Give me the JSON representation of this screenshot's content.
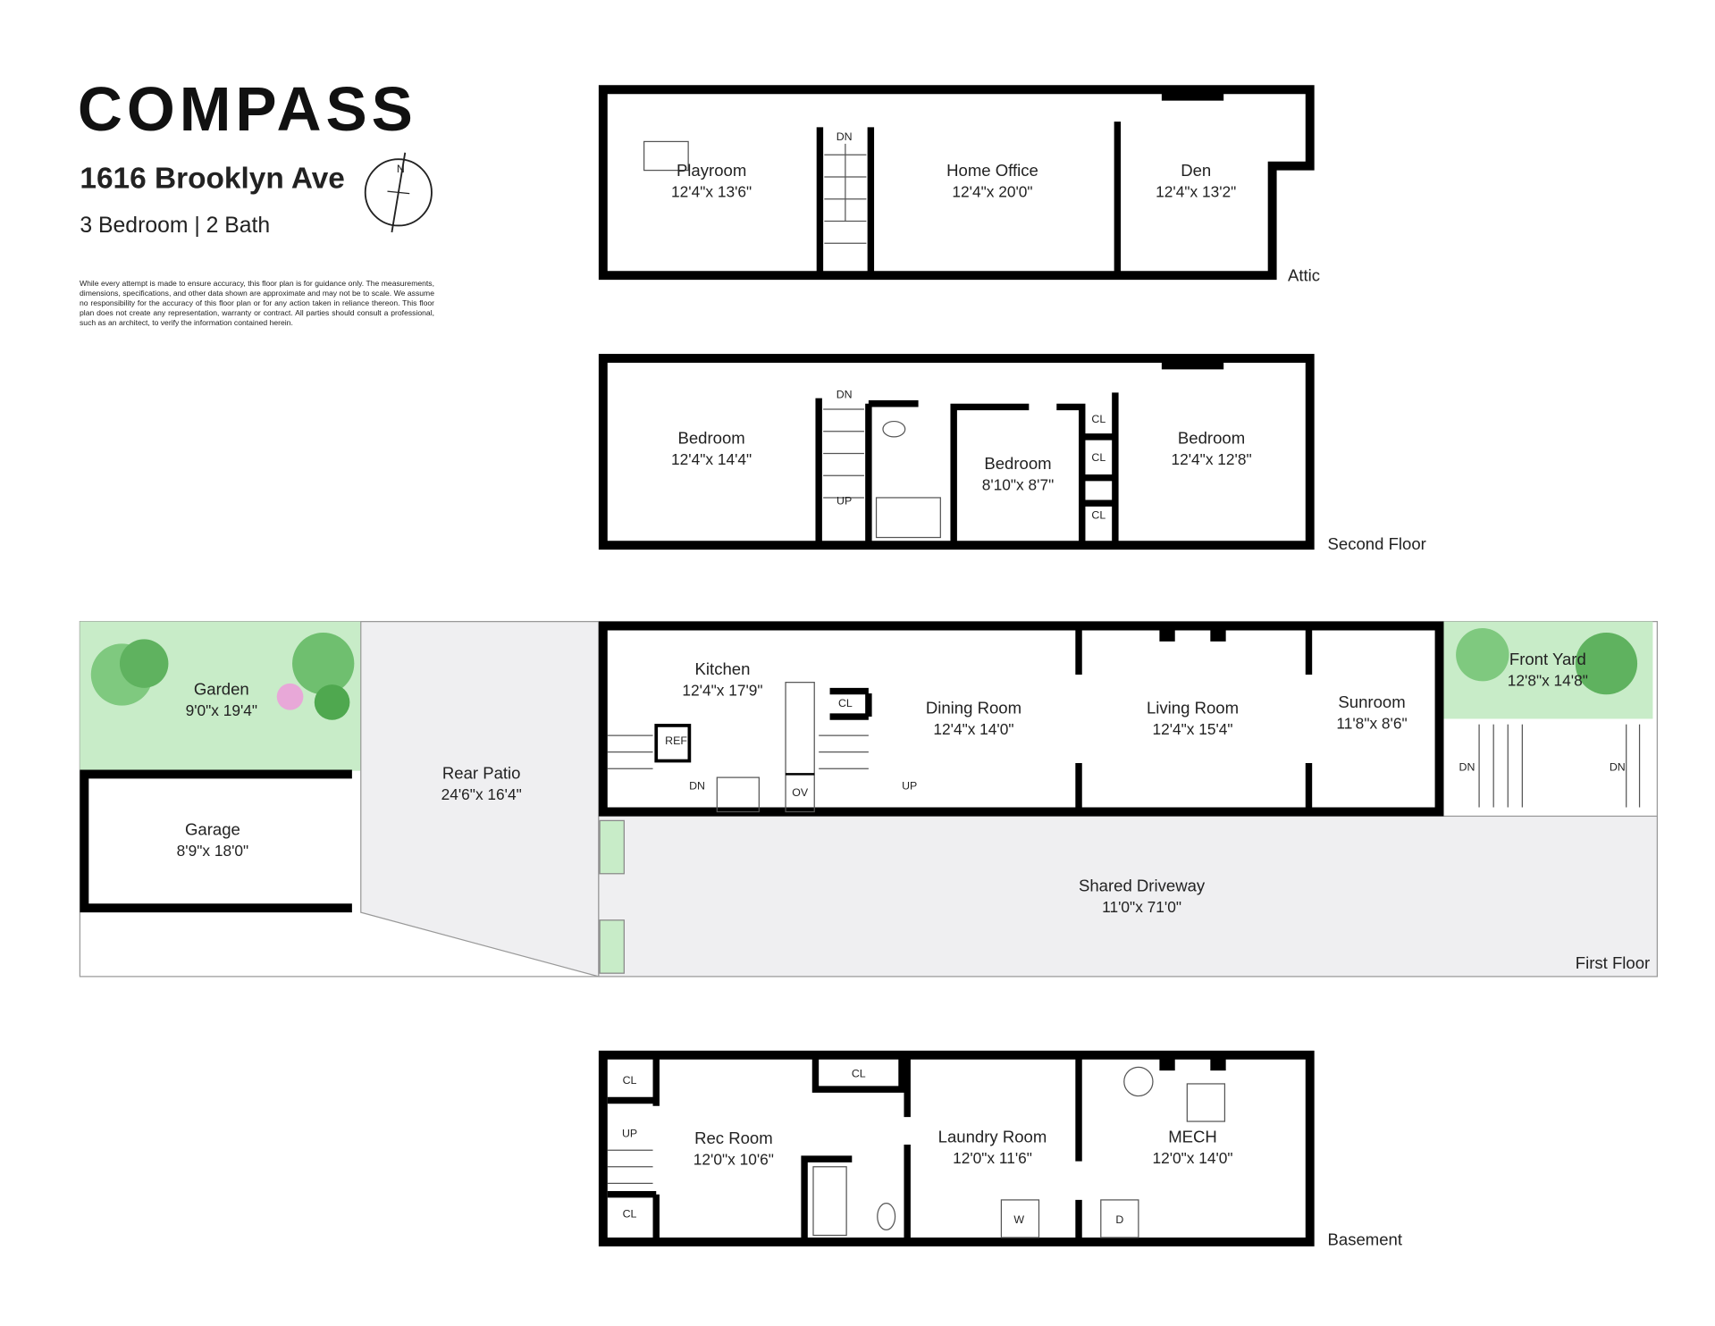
{
  "brand": {
    "logo": "COMPASS"
  },
  "listing": {
    "address": "1616 Brooklyn Ave",
    "summary": "3 Bedroom | 2 Bath",
    "disclaimer": "While every attempt is made to ensure accuracy, this floor plan is for guidance only. The measurements, dimensions, specifications, and other data shown are approximate and may not be to scale. We assume no responsibility for the accuracy of this floor plan or for any action taken in reliance thereon. This floor plan does not create any representation, warranty or contract. All parties should consult a professional, such as an architect, to verify the information contained herein."
  },
  "compass": {
    "north": "N"
  },
  "colors": {
    "garden": "#c8ecc8",
    "paving": "#efeff1",
    "wall": "#000000"
  },
  "floors": {
    "attic": {
      "label": "Attic",
      "rooms": [
        {
          "name": "Playroom",
          "dims": "12'4\"x 13'6\""
        },
        {
          "name": "Home Office",
          "dims": "12'4\"x 20'0\""
        },
        {
          "name": "Den",
          "dims": "12'4\"x 13'2\""
        }
      ],
      "stair": "DN"
    },
    "second": {
      "label": "Second Floor",
      "rooms": [
        {
          "name": "Bedroom",
          "dims": "12'4\"x 14'4\""
        },
        {
          "name": "Bedroom",
          "dims": "8'10\"x 8'7\""
        },
        {
          "name": "Bedroom",
          "dims": "12'4\"x 12'8\""
        }
      ],
      "closets": [
        "CL",
        "CL",
        "CL"
      ],
      "stair_dn": "DN",
      "stair_up": "UP"
    },
    "first": {
      "label": "First Floor",
      "rooms": [
        {
          "name": "Kitchen",
          "dims": "12'4\"x 17'9\""
        },
        {
          "name": "Dining Room",
          "dims": "12'4\"x 14'0\""
        },
        {
          "name": "Living Room",
          "dims": "12'4\"x 15'4\""
        },
        {
          "name": "Sunroom",
          "dims": "11'8\"x 8'6\""
        },
        {
          "name": "Garden",
          "dims": "9'0\"x 19'4\""
        },
        {
          "name": "Garage",
          "dims": "8'9\"x 18'0\""
        },
        {
          "name": "Rear Patio",
          "dims": "24'6\"x 16'4\""
        },
        {
          "name": "Shared Driveway",
          "dims": "11'0\"x 71'0\""
        },
        {
          "name": "Front Yard",
          "dims": "12'8\"x 14'8\""
        }
      ],
      "fixtures": {
        "ref": "REF",
        "ov": "OV",
        "cl": "CL"
      },
      "stair_dn": "DN",
      "stair_up": "UP",
      "steps_dn": "DN"
    },
    "basement": {
      "label": "Basement",
      "rooms": [
        {
          "name": "Rec Room",
          "dims": "12'0\"x 10'6\""
        },
        {
          "name": "Laundry Room",
          "dims": "12'0\"x 11'6\""
        },
        {
          "name": "MECH",
          "dims": "12'0\"x 14'0\""
        }
      ],
      "closets": [
        "CL",
        "CL",
        "CL"
      ],
      "fixtures": {
        "washer": "W",
        "dryer": "D"
      },
      "stair_up": "UP"
    }
  }
}
